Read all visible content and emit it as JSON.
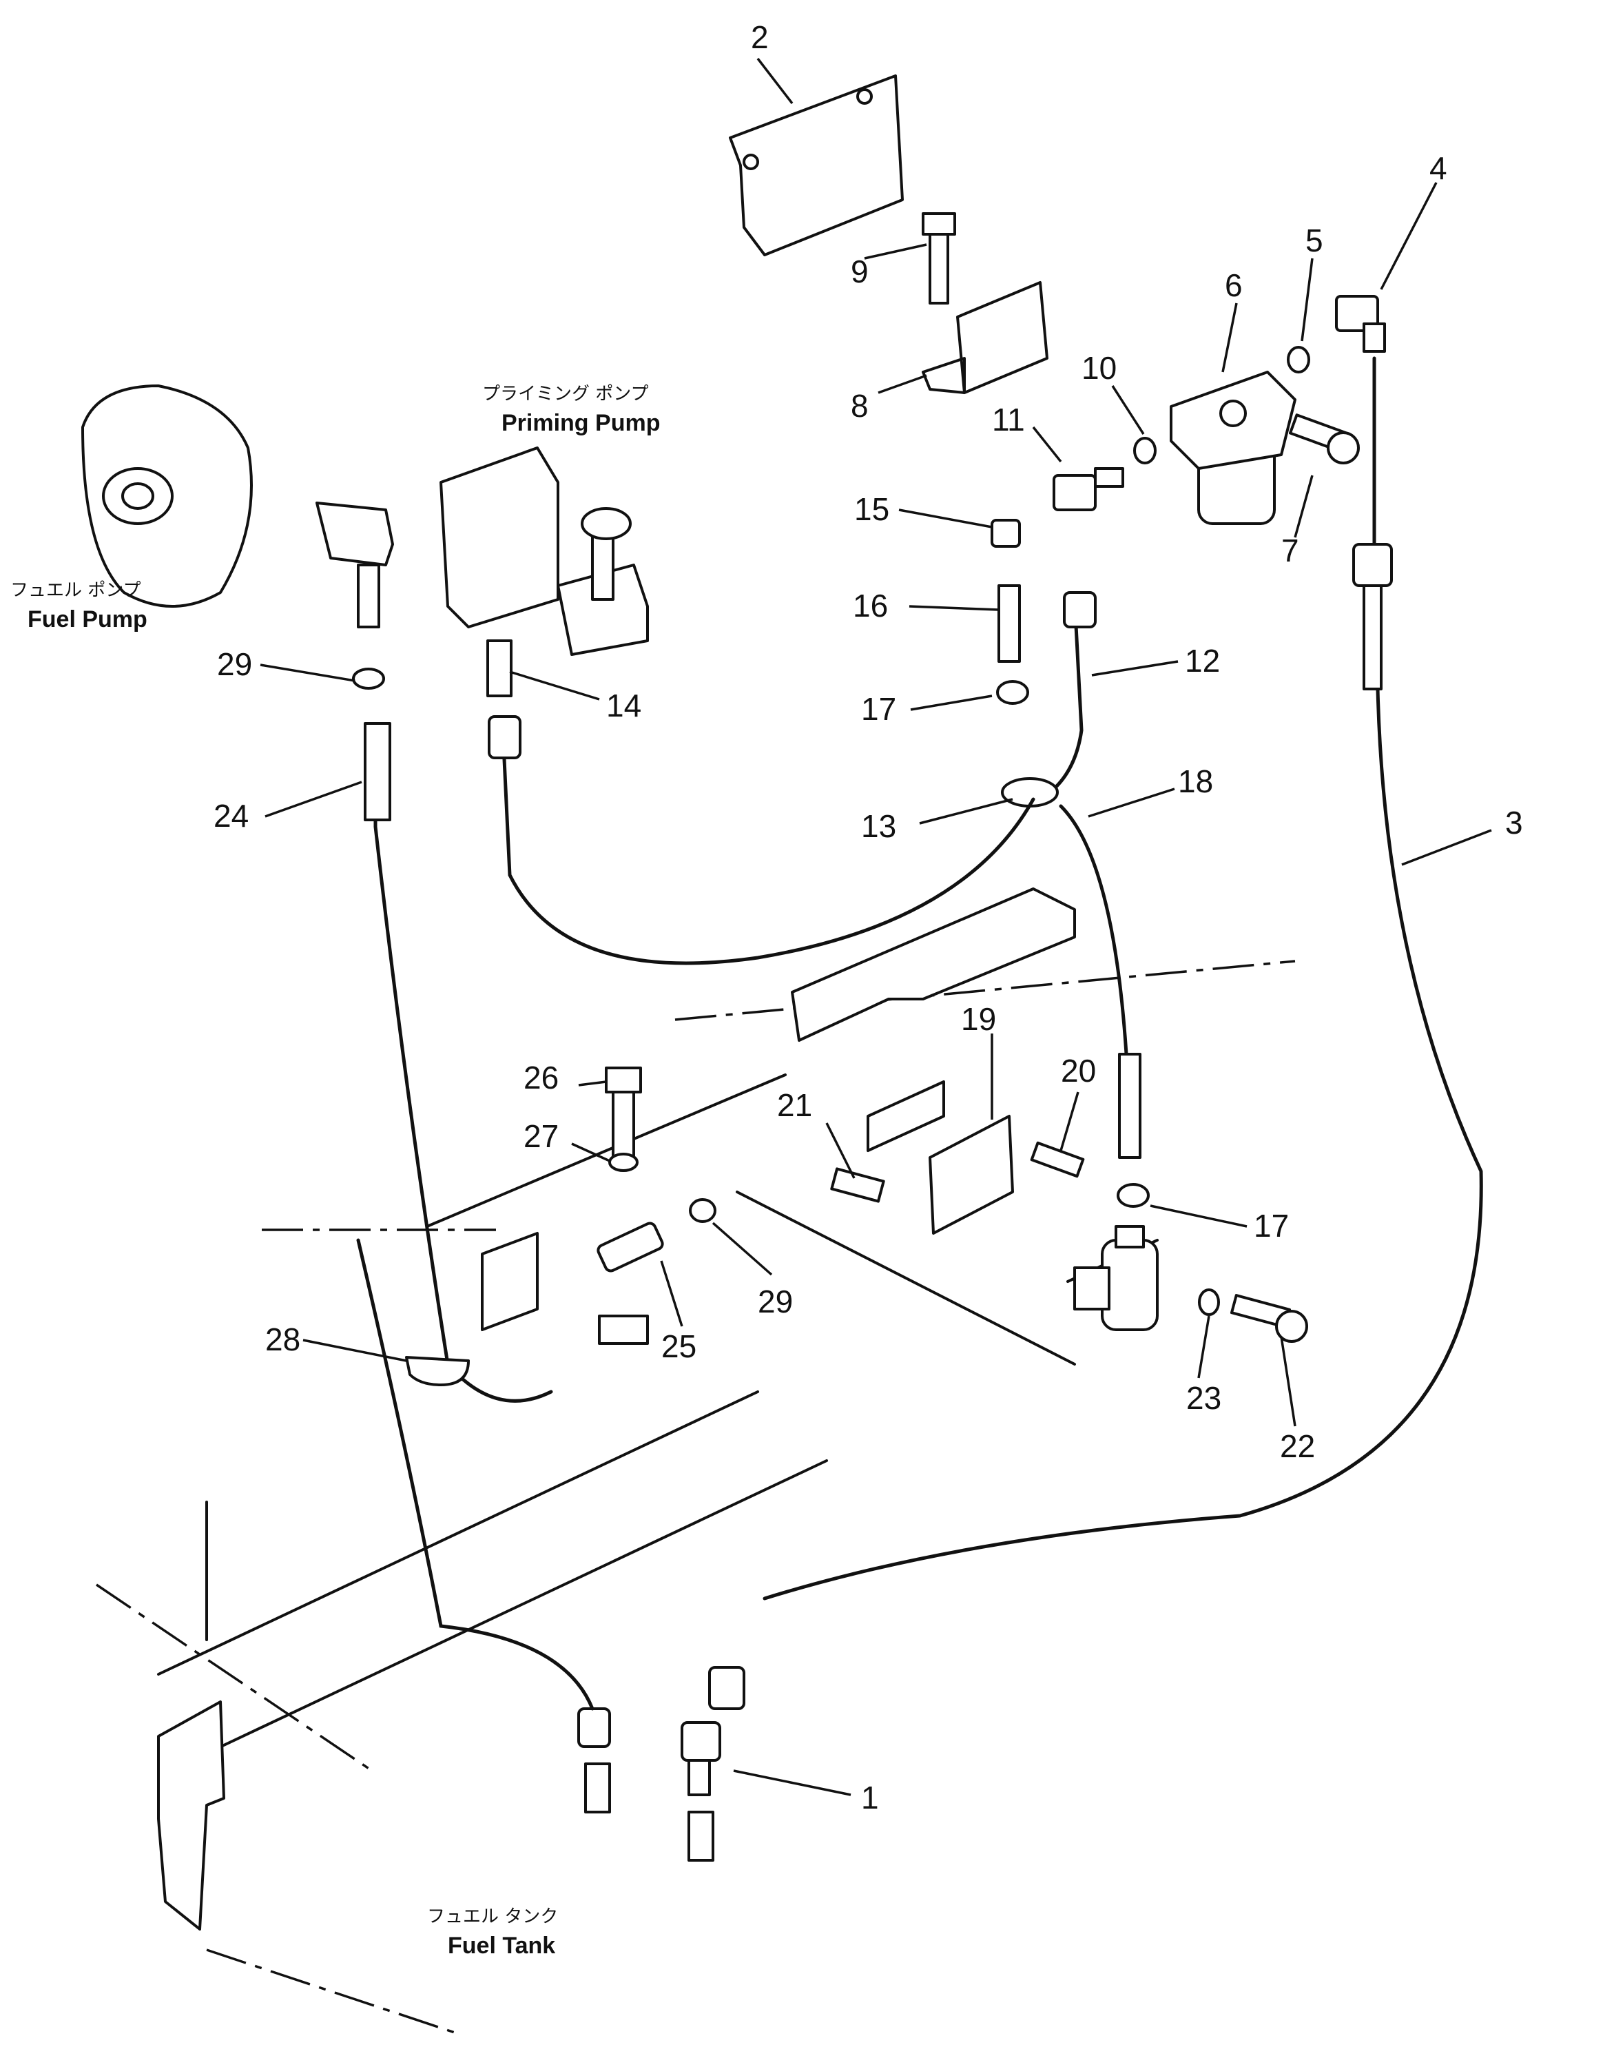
{
  "labels": {
    "fuel_pump_ja": "フュエル ポンプ",
    "fuel_pump_en": "Fuel Pump",
    "priming_pump_ja": "プライミング ポンプ",
    "priming_pump_en": "Priming Pump",
    "fuel_tank_ja": "フュエル タンク",
    "fuel_tank_en": "Fuel Tank"
  },
  "callouts": [
    "1",
    "2",
    "3",
    "4",
    "5",
    "6",
    "7",
    "8",
    "9",
    "10",
    "11",
    "12",
    "13",
    "14",
    "15",
    "16",
    "17",
    "17",
    "18",
    "19",
    "20",
    "21",
    "22",
    "23",
    "24",
    "25",
    "26",
    "27",
    "28",
    "29",
    "29"
  ]
}
